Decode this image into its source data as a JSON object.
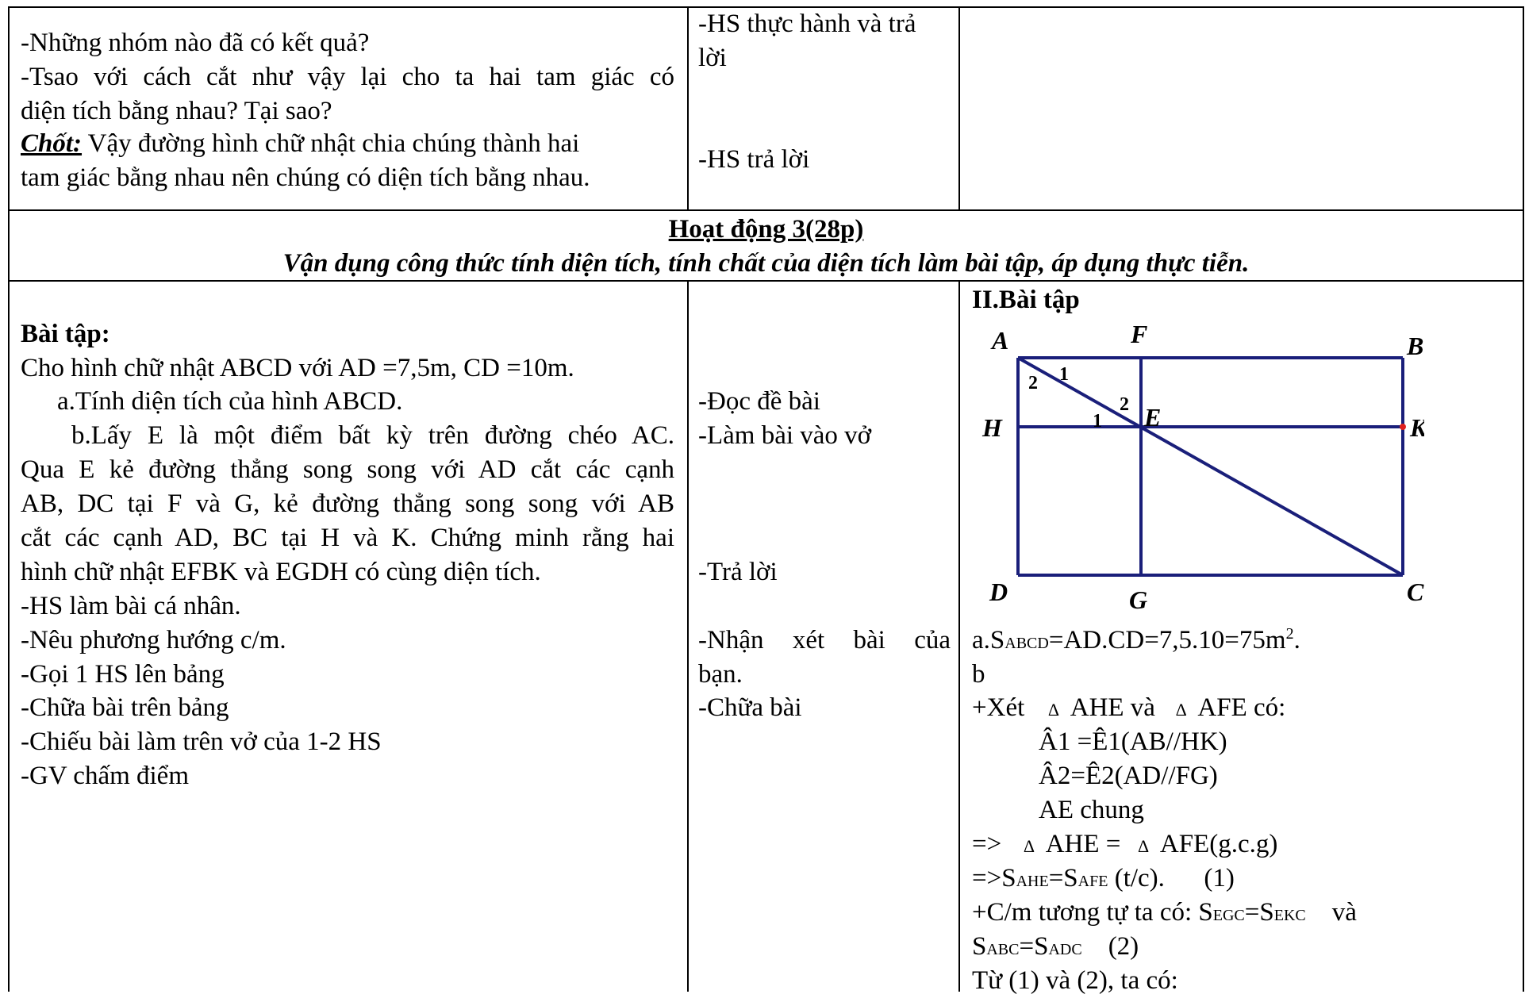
{
  "row1": {
    "left": [
      "-Những nhóm nào đã có kết quả?",
      "-Tsao với cách cắt như vậy lại cho ta hai tam giác có",
      "diện tích bằng nhau? Tại sao?",
      "Chốt:",
      " Vậy đường hình chữ nhật chia chúng thành hai",
      "tam giác bằng nhau nên chúng có diện tích bằng nhau."
    ],
    "mid": [
      "-HS thực hành và trả",
      "lời",
      "-HS trả lời"
    ]
  },
  "activity": {
    "title": "Hoạt động 3(28p)",
    "subtitle": "Vận dụng công thức tính diện tích, tính chất của diện tích làm bài tập, áp dụng thực tiễn."
  },
  "row2": {
    "left": [
      "Bài tập:",
      " Cho hình chữ nhật ABCD với AD =7,5m, CD =10m.",
      "a.Tính diện tích của hình ABCD.",
      "b.Lấy E là một điểm bất kỳ trên đường chéo AC.",
      "Qua E kẻ đường thẳng song song với AD cắt các cạnh",
      "AB, DC tại F và G, kẻ đường thẳng song song với AB",
      "cắt các cạnh AD, BC tại H và K. Chứng minh rằng hai",
      "hình chữ nhật EFBK và EGDH có cùng diện tích.",
      "-HS làm bài cá nhân.",
      "-Nêu phương hướng c/m.",
      "-Gọi 1 HS lên bảng",
      "-Chữa bài trên bảng",
      "-Chiếu bài làm trên vở của 1-2 HS",
      "-GV chấm điểm"
    ],
    "mid": [
      "-Đọc đề bài",
      "-Làm bài vào vở",
      "-Trả lời",
      "-Nhận xét bài của",
      "bạn.",
      "-Chữa bài"
    ],
    "right": {
      "heading": "II.Bài tập",
      "a_prefix": "a.S",
      "a_sub": "ABCD",
      "a_rest": "=AD.CD=7,5.10=75m",
      "a_sup": "2",
      "a_end": ".",
      "b": "b",
      "triangle": "∆",
      "xet_1": "+Xét",
      "xet_2": "AHE và",
      "xet_3": "AFE có:",
      "angle1": "Â1 =Ê1(AB//HK)",
      "angle2": "Â2=Ê2(AD//FG)",
      "ae": "AE chung",
      "imp_1": "=>",
      "imp_2": "AHE =",
      "imp_3": "AFE(g.c.g)",
      "s_1": "=>S",
      "s_sub1": "AHE",
      "s_2": "=S",
      "s_sub2": "AFE",
      "s_3": " (t/c).      (1)",
      "cm_1": "+C/m tương tự ta có: S",
      "cm_sub1": "EGC",
      "cm_2": "=S",
      "cm_sub2": "EKC",
      "cm_3": "    và",
      "abc_1": "S",
      "abc_sub1": "ABC",
      "abc_2": "=S",
      "abc_sub2": "ADC",
      "abc_3": "    (2)",
      "tu": "Từ (1) và (2), ta có:"
    }
  },
  "figure": {
    "labels": {
      "A": "A",
      "B": "B",
      "C": "C",
      "D": "D",
      "E": "E",
      "F": "F",
      "G": "G",
      "H": "H",
      "K": "K"
    },
    "angle_marks": {
      "a1": "1",
      "a2": "2",
      "e1": "1",
      "e2": "2"
    },
    "line_color": "#1a1f7a",
    "point_color": "#e0201e"
  }
}
